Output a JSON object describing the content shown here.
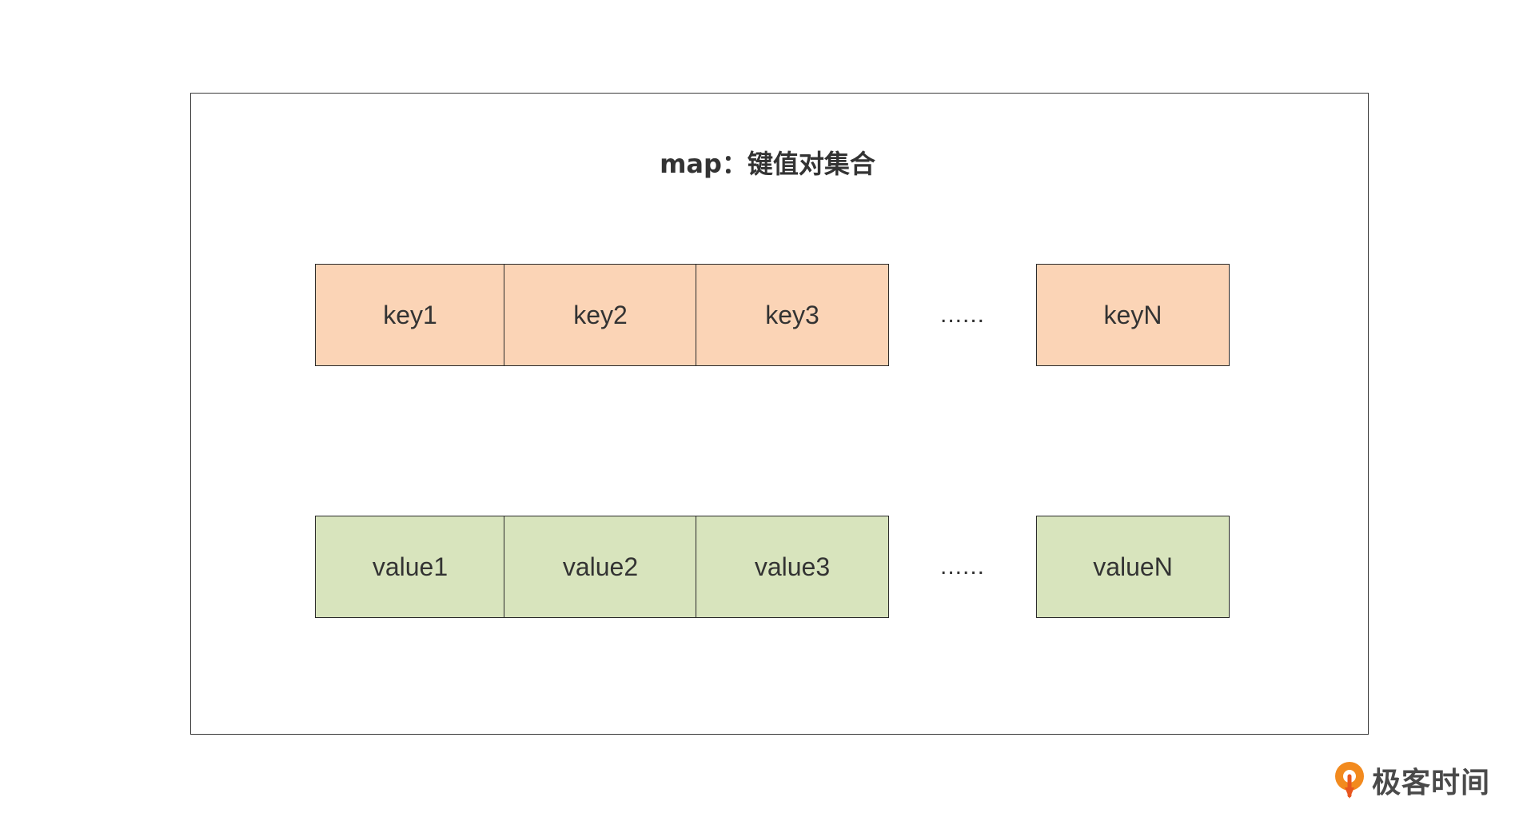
{
  "title": "map：键值对集合",
  "keys": {
    "items": [
      "key1",
      "key2",
      "key3"
    ],
    "ellipsis": "......",
    "last": "keyN"
  },
  "values": {
    "items": [
      "value1",
      "value2",
      "value3"
    ],
    "ellipsis": "......",
    "last": "valueN"
  },
  "colors": {
    "key_fill": "#fbd4b6",
    "value_fill": "#d8e4bd",
    "border": "#2a2a2a",
    "brand_orange": "#f28a1e"
  },
  "brand": {
    "icon": "geektime-logo-icon",
    "name": "极客时间"
  }
}
